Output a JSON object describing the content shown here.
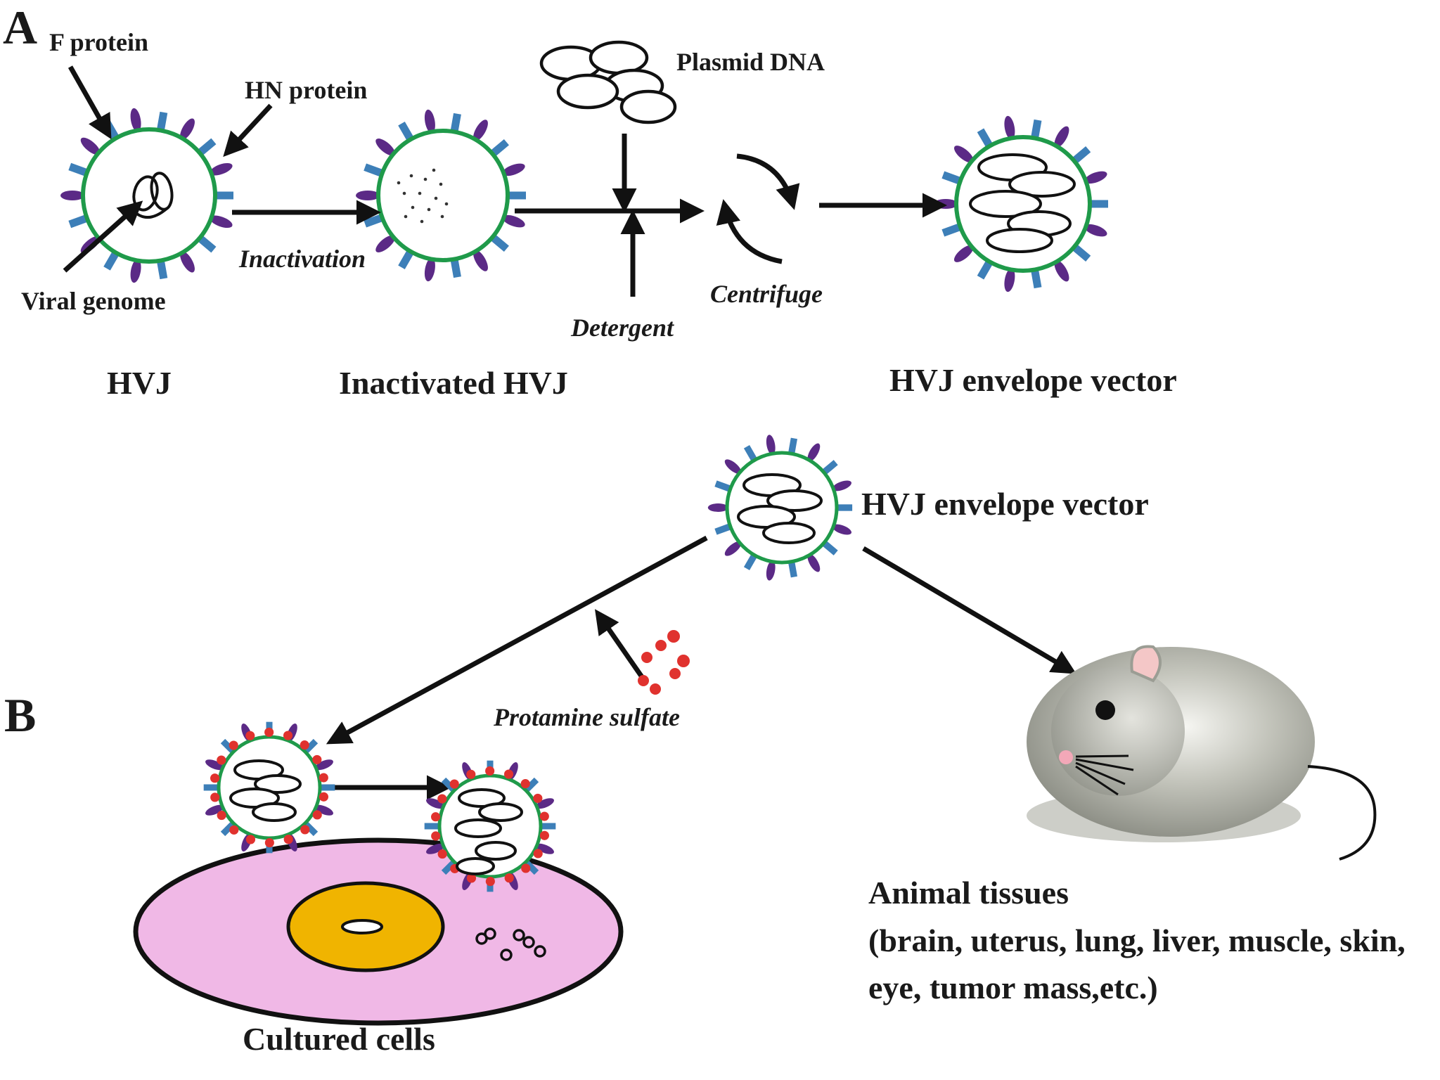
{
  "panels": {
    "a": "A",
    "b": "B"
  },
  "labels": {
    "f_protein": "F protein",
    "hn_protein": "HN protein",
    "viral_genome": "Viral genome",
    "plasmid_dna": "Plasmid DNA",
    "inactivation": "Inactivation",
    "detergent": "Detergent",
    "centrifuge": "Centrifuge",
    "hvj": "HVJ",
    "inactivated_hvj": "Inactivated HVJ",
    "hvj_envelope_vector_a": "HVJ envelope vector",
    "hvj_envelope_vector_b": "HVJ envelope vector",
    "protamine_sulfate": "Protamine sulfate",
    "cultured_cells": "Cultured cells",
    "animal_tissues_1": "Animal tissues",
    "animal_tissues_2": "(brain, uterus, lung, liver, muscle, skin,",
    "animal_tissues_3": "eye, tumor mass,etc.)"
  },
  "colors": {
    "envelope": "#1f9a4a",
    "hn_spike": "#5b2a86",
    "f_spike": "#3d7fb8",
    "protamine": "#e0322e",
    "cell": "#f0b8e6",
    "nucleus": "#f0b400",
    "mouse": "#a9aaa0"
  }
}
